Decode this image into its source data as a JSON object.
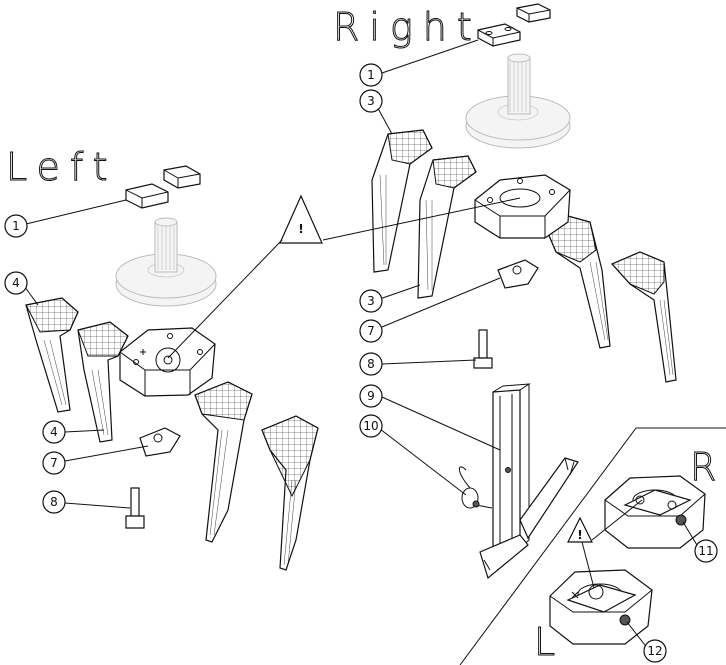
{
  "headings": {
    "right": "Right",
    "left": "Left",
    "inset_right": "R",
    "inset_left": "L"
  },
  "callouts": [
    "1",
    "3",
    "3",
    "1",
    "4",
    "4",
    "7",
    "8",
    "7",
    "8",
    "9",
    "10",
    "11",
    "12"
  ],
  "warning_symbol": "!",
  "icons": [
    "warning-triangle-icon"
  ]
}
